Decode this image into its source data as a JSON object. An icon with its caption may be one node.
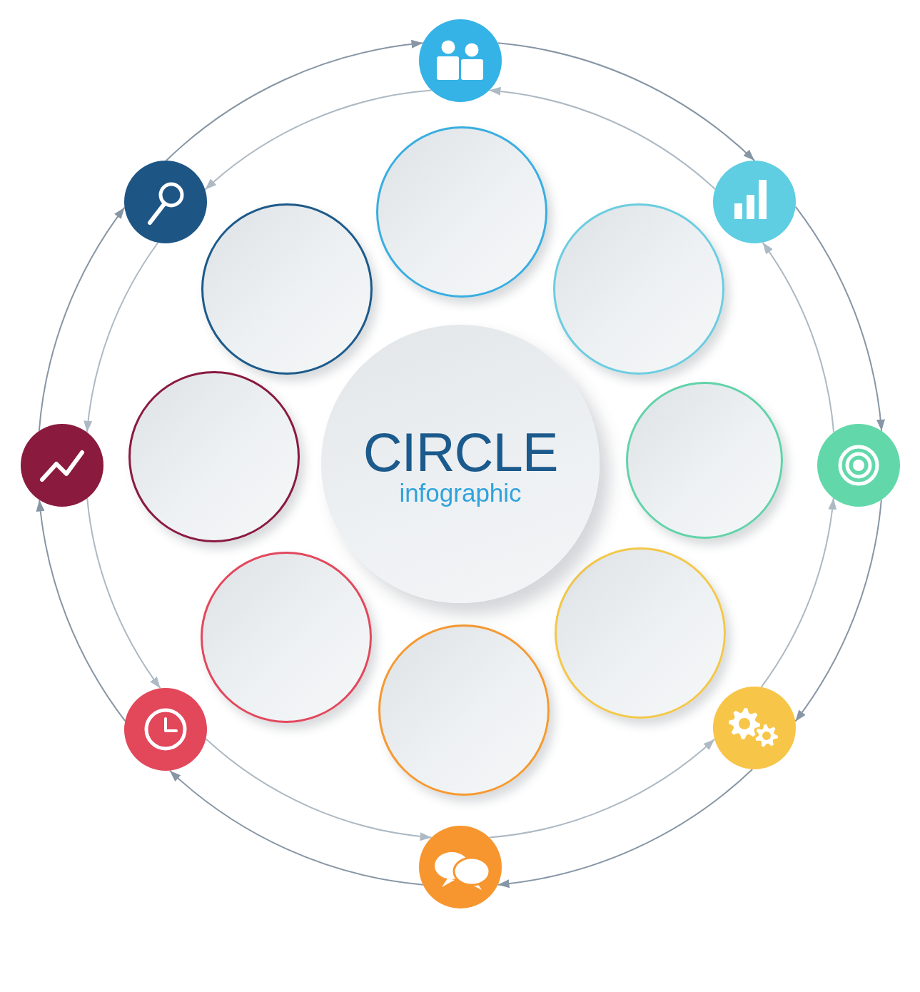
{
  "diagram": {
    "nodes": [
      {
        "text": [
          "CIRCLE",
          "infographic"
        ]
      },
      {
        "text": [],
        "shape": "circle"
      },
      {
        "text": [],
        "shape": "circle"
      },
      {
        "text": [],
        "shape": "circle"
      },
      {
        "text": [],
        "shape": "circle"
      },
      {
        "text": [],
        "shape": "circle"
      },
      {
        "text": [],
        "shape": "circle"
      },
      {
        "text": [],
        "shape": "circle"
      },
      {
        "text": [],
        "shape": "circle"
      },
      {
        "text": [],
        "shape": "circle"
      },
      {
        "text": [],
        "shape": "circle"
      },
      {
        "text": [],
        "shape": "circle"
      },
      {
        "text": [],
        "shape": "circle"
      },
      {
        "text": [],
        "shape": "circle"
      },
      {
        "text": [],
        "shape": "circle"
      },
      {
        "text": [],
        "shape": "circle"
      },
      {
        "text": [],
        "shape": "circle"
      }
    ],
    "edges": [
      {
        "from": 9,
        "to": 10,
        "arrow": "to"
      },
      {
        "from": 10,
        "to": 9,
        "arrow": "to",
        "color": "#adb9c3"
      },
      {
        "from": 10,
        "to": 11,
        "arrow": "to"
      },
      {
        "from": 11,
        "to": 10,
        "arrow": "to",
        "color": "#adb9c3"
      },
      {
        "from": 11,
        "to": 12,
        "arrow": "to"
      },
      {
        "from": 12,
        "to": 11,
        "arrow": "to",
        "color": "#adb9c3"
      },
      {
        "from": 12,
        "to": 13,
        "arrow": "to"
      },
      {
        "from": 13,
        "to": 12,
        "arrow": "to",
        "color": "#adb9c3"
      },
      {
        "from": 13,
        "to": 14,
        "arrow": "to"
      },
      {
        "from": 14,
        "to": 13,
        "arrow": "to",
        "color": "#adb9c3"
      },
      {
        "from": 14,
        "to": 15,
        "arrow": "to"
      },
      {
        "from": 15,
        "to": 14,
        "arrow": "to",
        "color": "#adb9c3"
      },
      {
        "from": 15,
        "to": 16,
        "arrow": "to"
      },
      {
        "from": 16,
        "to": 15,
        "arrow": "to",
        "color": "#adb9c3"
      },
      {
        "from": 16,
        "to": 9,
        "arrow": "to"
      },
      {
        "from": 9,
        "to": 16,
        "arrow": "to",
        "color": "#adb9c3"
      }
    ]
  }
}
